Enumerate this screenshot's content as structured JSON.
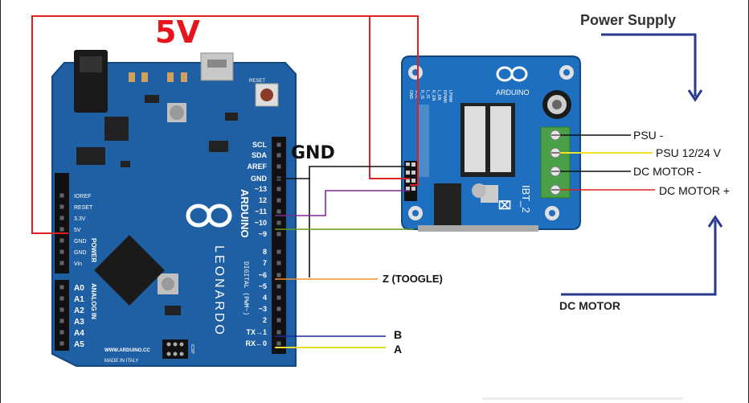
{
  "labels": {
    "five_volt": "5V",
    "gnd": "GND",
    "power_supply": "Power Supply",
    "dc_motor": "DC MOTOR",
    "psu_minus": "PSU -",
    "psu_plus": "PSU 12/24 V",
    "dc_motor_minus": "DC MOTOR -",
    "dc_motor_plus": "DC MOTOR +",
    "toggle": "Z (TOOGLE)",
    "pin_b": "B",
    "pin_a": "A"
  },
  "arduino": {
    "brand": "ARDUINO",
    "model": "LEONARDO",
    "url": "WWW.ARDUINO.CC",
    "made_in": "MADE IN ITALY",
    "digital_label": "DIGITAL (PWM~)",
    "analog_label": "ANALOG IN",
    "power_label": "POWER",
    "reset_label": "RESET",
    "icsp_label": "ICSP",
    "right_pins": [
      "SCL",
      "SDA",
      "AREF",
      "GND",
      "~13",
      "12",
      "~11",
      "~10",
      "~9",
      "8",
      "7",
      "~6",
      "~5",
      "4",
      "~3",
      "2",
      "TX→1",
      "RX←0"
    ],
    "power_pins": [
      "IOREF",
      "RESET",
      "3.3V",
      "5V",
      "GND",
      "GND",
      "Vin"
    ],
    "analog_pins": [
      "A0",
      "A1",
      "A2",
      "A3",
      "A4",
      "A5"
    ]
  },
  "driver": {
    "name": "IBT_2",
    "brand": "ARDUINO",
    "header_pins": [
      "GND",
      "VCC",
      "R_IS",
      "L_IS",
      "R_EN",
      "L_EN",
      "RPWM",
      "LPWM"
    ]
  },
  "colors": {
    "board_blue": "#1f5fa3",
    "wire_5v": "#e02020",
    "wire_gnd": "#111111",
    "wire_pin11": "#7b2d8e",
    "wire_pin9": "#6a9a1a",
    "wire_toggle": "#f0962a",
    "wire_b": "#1a2a9a",
    "wire_a": "#e8e02a",
    "arrow_navy": "#2a3a8a",
    "terminal_green": "#4aa046"
  }
}
